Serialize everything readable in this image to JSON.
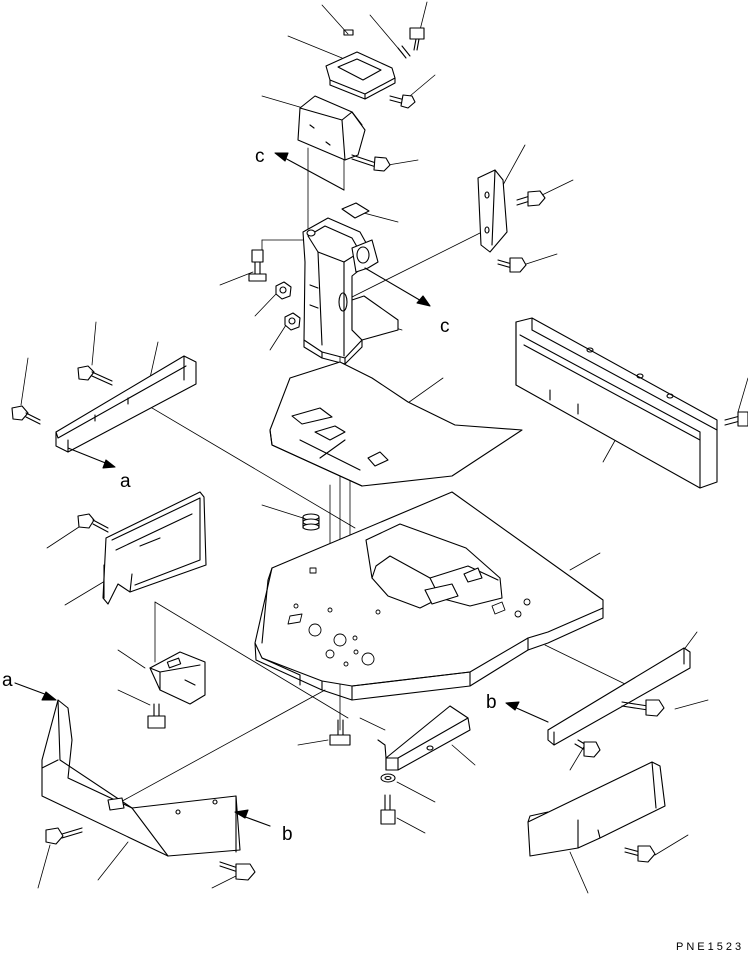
{
  "labels": {
    "c1": "c",
    "c2": "c",
    "a1": "a",
    "a2": "a",
    "b1": "b",
    "b2": "b"
  },
  "drawing_code": "PNE1523"
}
